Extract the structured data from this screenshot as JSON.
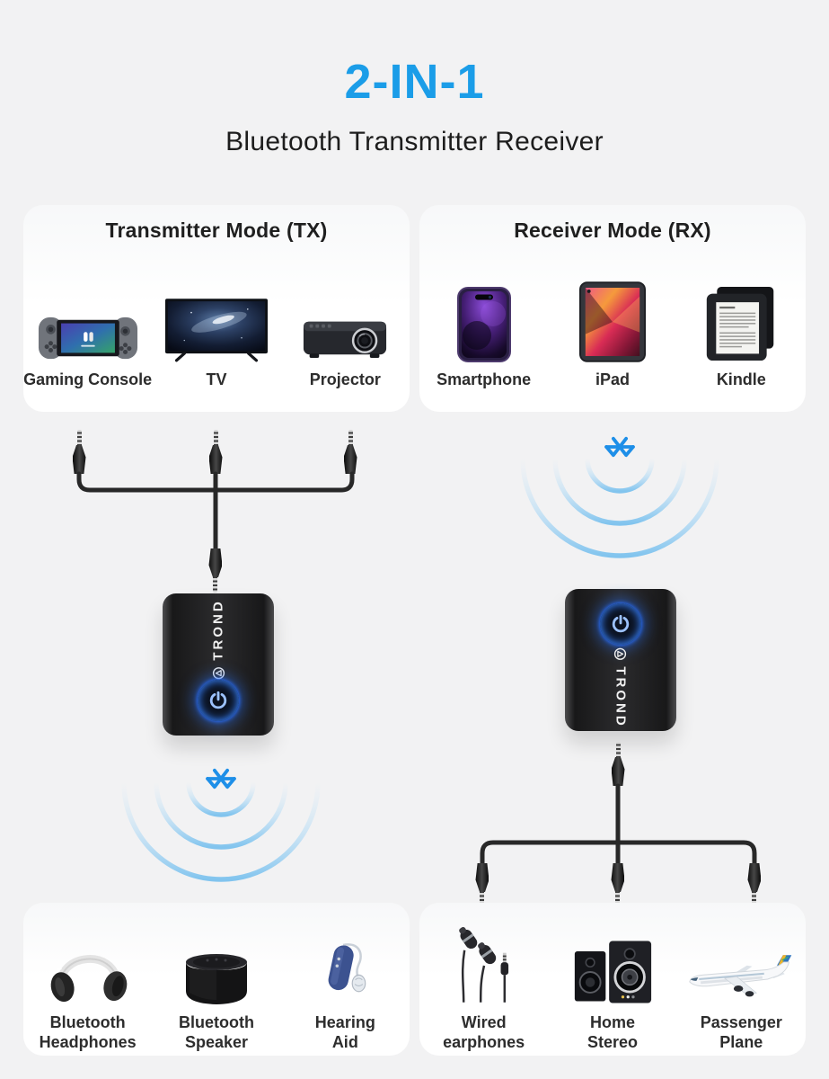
{
  "page": {
    "title": "2-IN-1",
    "subtitle": "Bluetooth Transmitter Receiver",
    "colors": {
      "accent_blue": "#1b9de8",
      "bluetooth_blue": "#1e8fe8",
      "background": "#f2f2f3",
      "cable_black": "#282828"
    }
  },
  "tx_card": {
    "title": "Transmitter Mode (TX)",
    "items": [
      {
        "label": "Gaming Console",
        "icon": "gaming-console-icon"
      },
      {
        "label": "TV",
        "icon": "tv-icon"
      },
      {
        "label": "Projector",
        "icon": "projector-icon"
      }
    ]
  },
  "rx_card": {
    "title": "Receiver Mode (RX)",
    "items": [
      {
        "label": "Smartphone",
        "icon": "smartphone-icon"
      },
      {
        "label": "iPad",
        "icon": "ipad-icon"
      },
      {
        "label": "Kindle",
        "icon": "kindle-icon"
      }
    ]
  },
  "device": {
    "brand": "TROND"
  },
  "tx_outputs": {
    "items": [
      {
        "line1": "Bluetooth",
        "line2": "Headphones",
        "icon": "bluetooth-headphones-icon"
      },
      {
        "line1": "Bluetooth",
        "line2": "Speaker",
        "icon": "bluetooth-speaker-icon"
      },
      {
        "line1": "Hearing",
        "line2": "Aid",
        "icon": "hearing-aid-icon"
      }
    ]
  },
  "rx_outputs": {
    "items": [
      {
        "line1": "Wired",
        "line2": "earphones",
        "icon": "wired-earphones-icon"
      },
      {
        "line1": "Home",
        "line2": "Stereo",
        "icon": "home-stereo-icon"
      },
      {
        "line1": "Passenger",
        "line2": "Plane",
        "icon": "passenger-plane-icon"
      }
    ]
  },
  "icons": {
    "bluetooth": "bluetooth-rune-icon",
    "power": "power-icon",
    "brand_logo": "trond-logo-icon",
    "audio_jack": "aux-jack-icon"
  }
}
